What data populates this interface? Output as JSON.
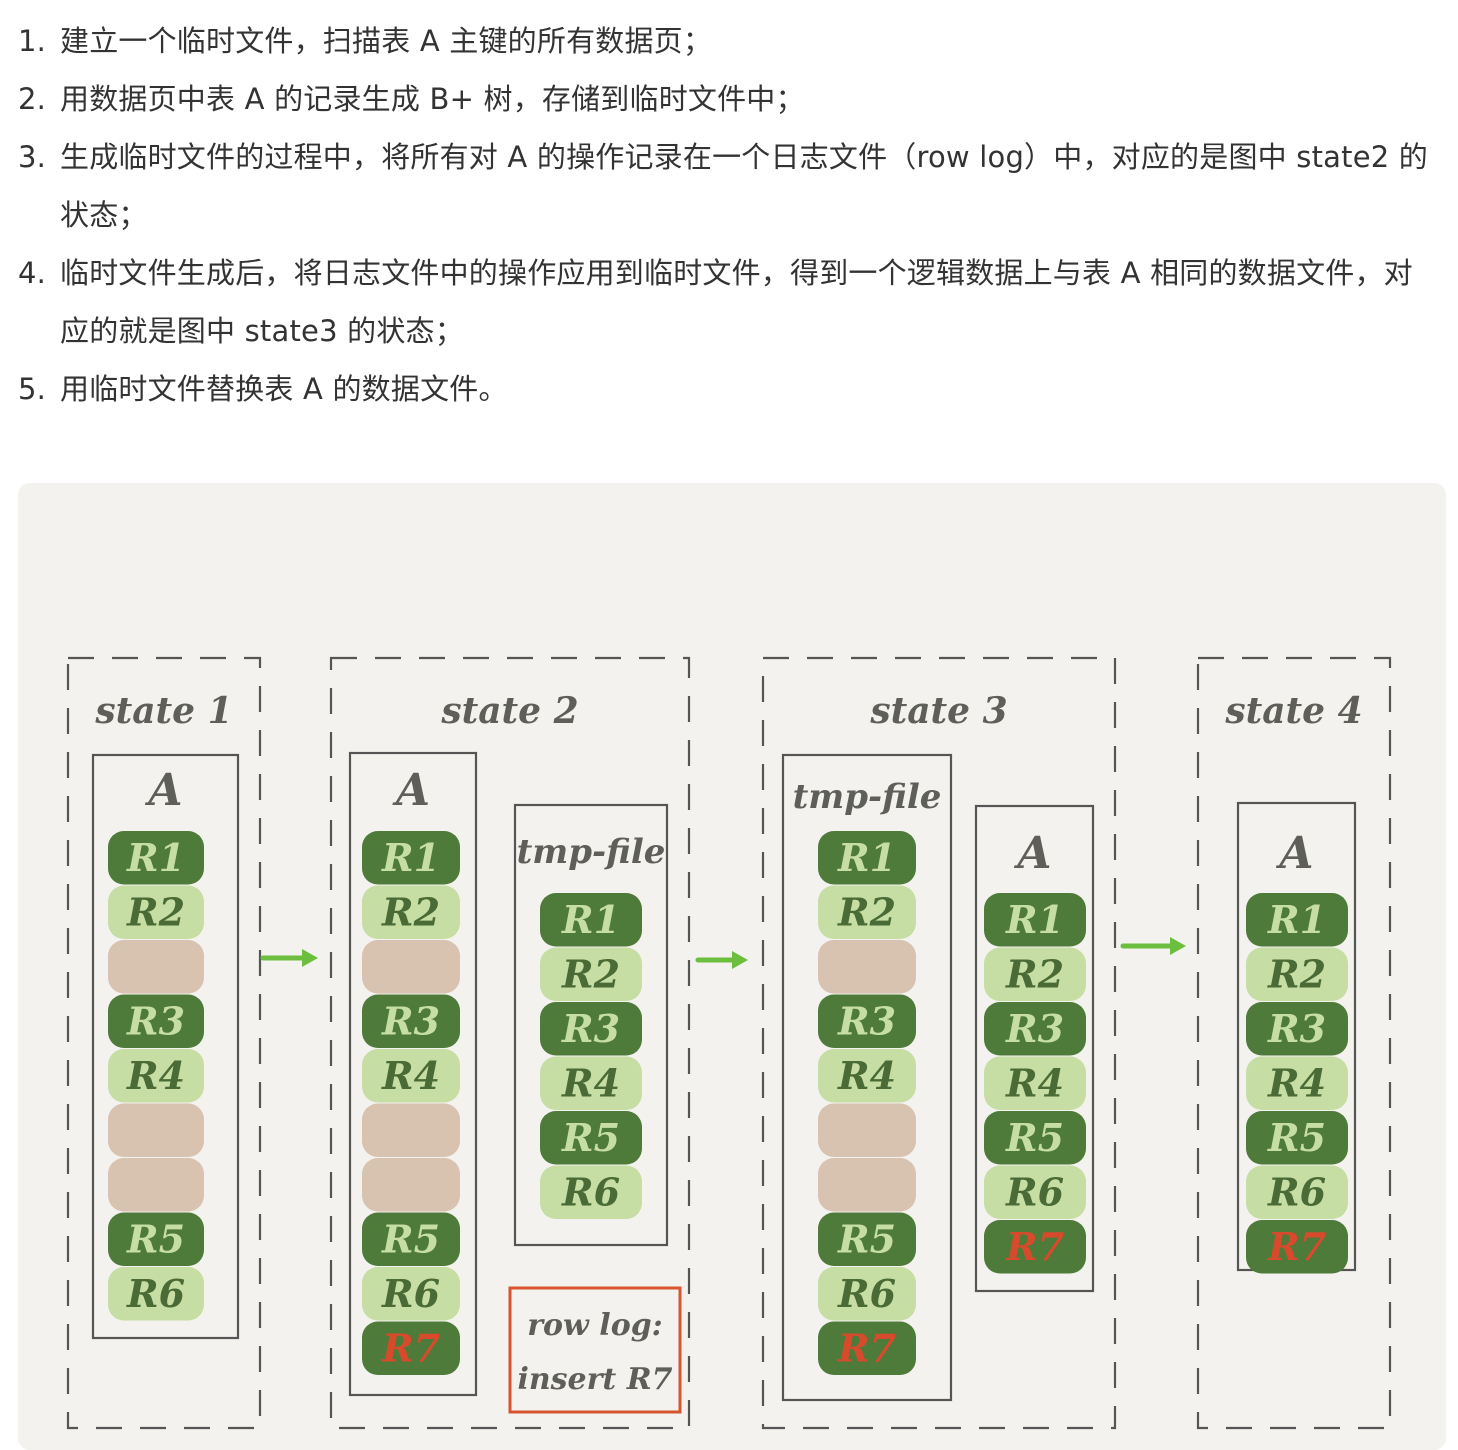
{
  "steps": [
    {
      "num": "1.",
      "text": "建立一个临时文件，扫描表 A 主键的所有数据页；"
    },
    {
      "num": "2.",
      "text": "用数据页中表 A 的记录生成 B+ 树，存储到临时文件中；"
    },
    {
      "num": "3.",
      "text": "生成临时文件的过程中，将所有对 A 的操作记录在一个日志文件（row log）中，对应的是图中 state2 的状态；"
    },
    {
      "num": "4.",
      "text": "临时文件生成后，将日志文件中的操作应用到临时文件，得到一个逻辑数据上与表 A 相同的数据文件，对应的就是图中 state3 的状态；"
    },
    {
      "num": "5.",
      "text": "用临时文件替换表 A 的数据文件。"
    }
  ],
  "diagram": {
    "colors": {
      "dark_green": "#4e7a3a",
      "light_green": "#c6dea4",
      "empty_page": "#d8c2b0",
      "new_record_text": "#d84a2c",
      "arrow": "#6cbf3e",
      "row_log_border": "#d8542f",
      "outline": "#555555",
      "label_text": "#5f5f5a"
    },
    "states": [
      {
        "label": "state 1"
      },
      {
        "label": "state 2"
      },
      {
        "label": "state 3"
      },
      {
        "label": "state 4"
      }
    ],
    "containers": {
      "state1_A": {
        "title": "A",
        "pages": [
          "R1",
          "R2",
          "",
          "R3",
          "R4",
          "",
          "",
          "R5",
          "R6"
        ]
      },
      "state2_A": {
        "title": "A",
        "pages": [
          "R1",
          "R2",
          "",
          "R3",
          "R4",
          "",
          "",
          "R5",
          "R6",
          "R7"
        ]
      },
      "state2_tmp": {
        "title": "tmp-file",
        "pages": [
          "R1",
          "R2",
          "R3",
          "R4",
          "R5",
          "R6"
        ]
      },
      "state3_tmp": {
        "title": "tmp-file",
        "pages": [
          "R1",
          "R2",
          "",
          "R3",
          "R4",
          "",
          "",
          "R5",
          "R6",
          "R7"
        ]
      },
      "state3_A": {
        "title": "A",
        "pages": [
          "R1",
          "R2",
          "R3",
          "R4",
          "R5",
          "R6",
          "R7"
        ]
      },
      "state4_A": {
        "title": "A",
        "pages": [
          "R1",
          "R2",
          "R3",
          "R4",
          "R5",
          "R6",
          "R7"
        ]
      }
    },
    "row_log": {
      "line1": "row log:",
      "line2": "insert R7"
    }
  }
}
